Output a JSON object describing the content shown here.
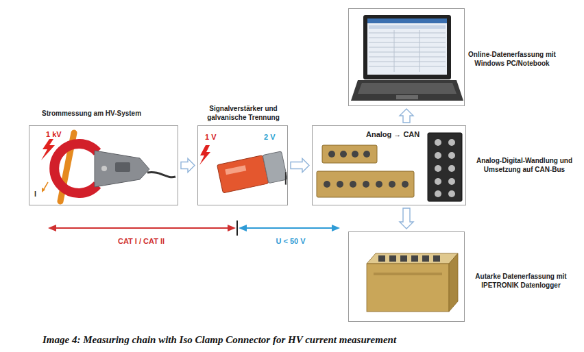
{
  "diagram": {
    "caption": "Image 4: Measuring chain with Iso Clamp Connector for HV current measurement",
    "nodes": [
      {
        "text": [
          "Strommessung am HV-System",
          "1 kV"
        ]
      },
      {
        "text": [
          "Signalverstärker und galvanische Trennung",
          "1 V",
          "2 V"
        ]
      },
      {
        "text": [
          "Analog → CAN",
          "Analog-Digital-Wandlung und Umsetzung auf CAN-Bus"
        ]
      },
      {
        "text": [
          "Online-Datenerfassung mit Windows PC/Notebook"
        ]
      },
      {
        "text": [
          "Autarke Datenerfassung mit IPETRONIK Datenlogger"
        ]
      }
    ],
    "edges": [
      {
        "from": 0,
        "to": 1,
        "arrow": "to"
      },
      {
        "from": 1,
        "to": 2,
        "arrow": "to"
      },
      {
        "from": 2,
        "to": 3,
        "arrow": "to"
      },
      {
        "from": 2,
        "to": 4,
        "arrow": "to"
      }
    ],
    "labels": [
      "I",
      "CAT I / CAT II",
      "U < 50 V"
    ]
  }
}
